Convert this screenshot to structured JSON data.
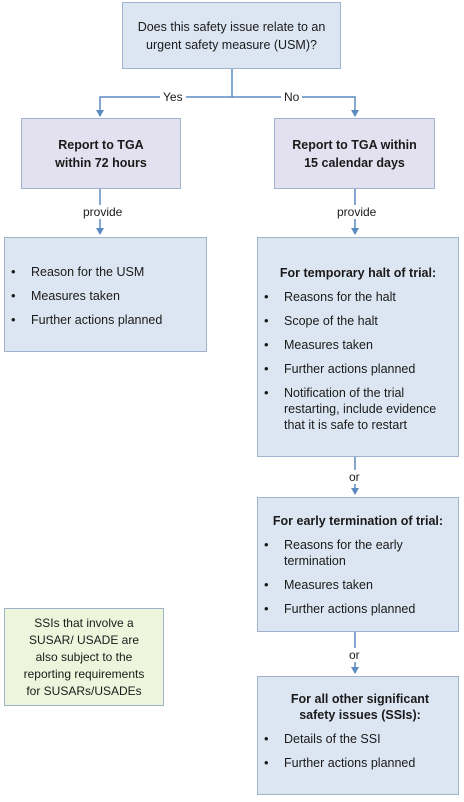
{
  "question": "Does this safety issue relate to an urgent safety measure (USM)?",
  "yes_label": "Yes",
  "no_label": "No",
  "left_report": "Report to TGA within 72 hours",
  "right_report": "Report to TGA within 15 calendar days",
  "left_provide": "provide",
  "right_provide": "provide",
  "usm_items": [
    "Reason for the USM",
    "Measures taken",
    "Further actions planned"
  ],
  "temporary_halt": {
    "heading": "For temporary halt of trial:",
    "items": [
      "Reasons for the halt",
      "Scope of the halt",
      "Measures taken",
      "Further actions planned",
      "Notification of the trial restarting, include evidence that it is safe to restart"
    ]
  },
  "or_1": "or",
  "early_termination": {
    "heading": "For early termination of trial:",
    "items": [
      "Reasons for the early termination",
      "Measures taken",
      "Further actions planned"
    ]
  },
  "or_2": "or",
  "other_ssi": {
    "heading": "For all other significant safety issues (SSIs):",
    "items": [
      "Details of the SSI",
      "Further actions planned"
    ]
  },
  "note": "SSIs that involve a SUSAR/ USADE are also subject to the reporting requirements for SUSARs/USADEs"
}
